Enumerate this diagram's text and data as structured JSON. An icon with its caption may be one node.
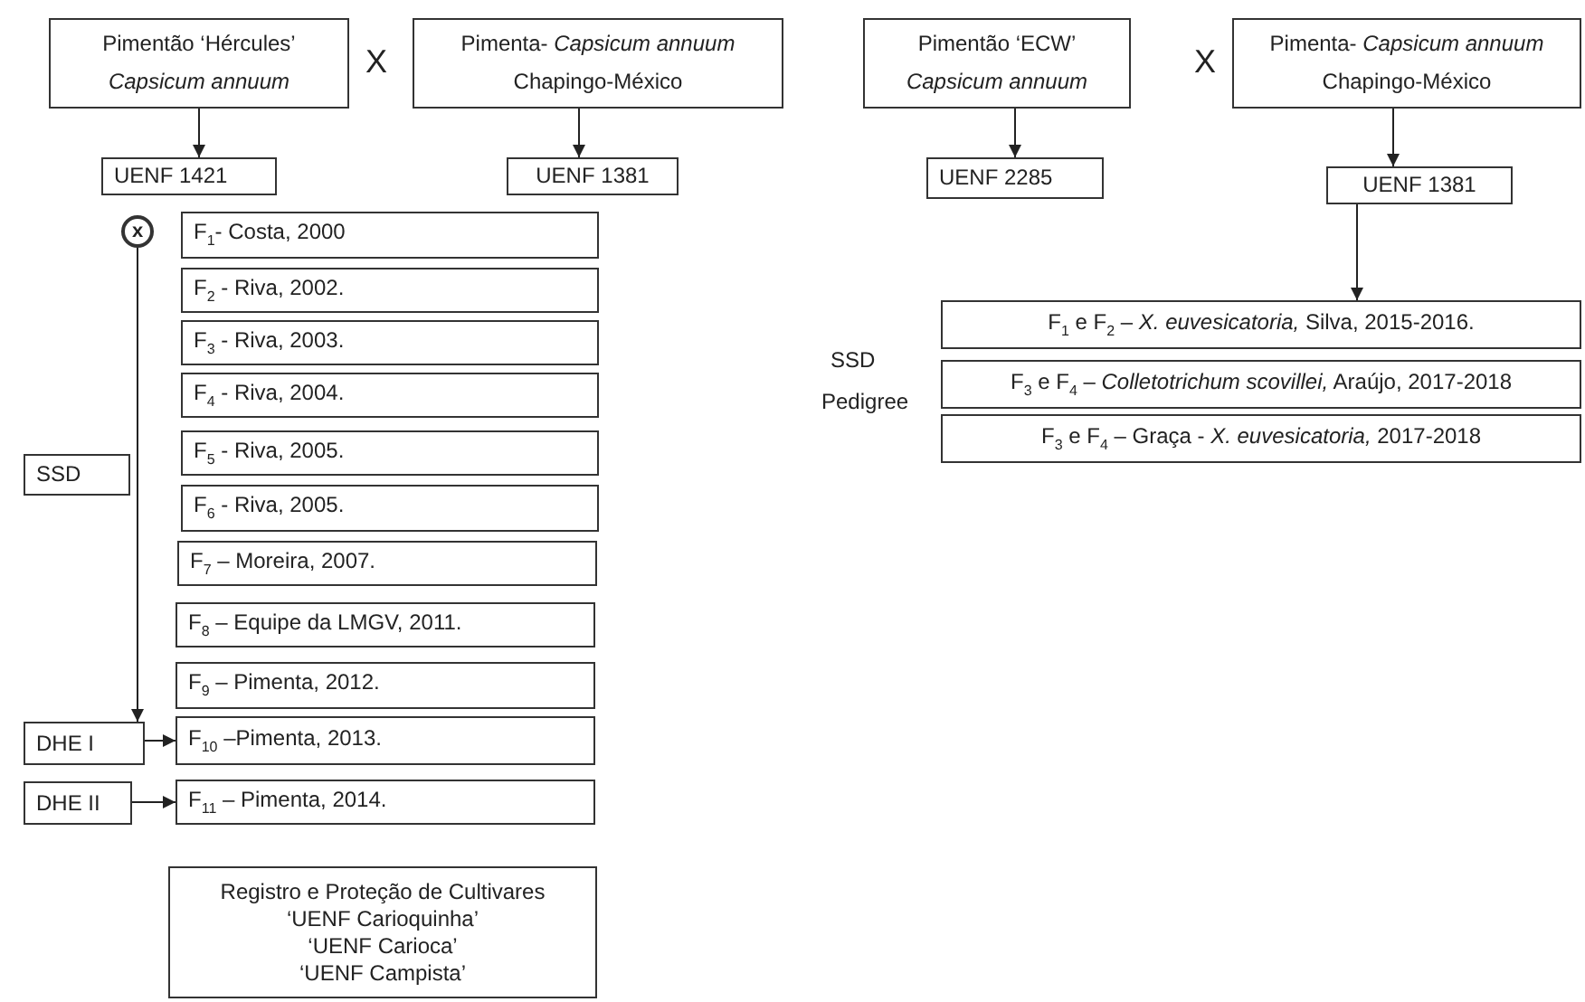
{
  "diagram": {
    "nodes": [
      {
        "text": [
          "Pimentão ‘Hércules’",
          "Capsicum annuum"
        ]
      },
      {
        "text": [
          "Pimenta- *Capsicum annuum*",
          "Chapingo-México"
        ]
      },
      {
        "text": [
          "UENF 1421"
        ]
      },
      {
        "text": [
          "UENF 1381"
        ]
      },
      {
        "text": [
          "x"
        ]
      },
      {
        "text": [
          "F$_{1}$- Costa, 2000"
        ]
      },
      {
        "text": [
          "F$_{2}$ - Riva, 2002."
        ]
      },
      {
        "text": [
          "F$_{3}$ - Riva, 2003."
        ]
      },
      {
        "text": [
          "F$_{4}$ - Riva, 2004."
        ]
      },
      {
        "text": [
          "F$_{5}$ - Riva, 2005."
        ]
      },
      {
        "text": [
          "F$_{6}$ - Riva, 2005."
        ]
      },
      {
        "text": [
          "F$_{7}$ – Moreira, 2007."
        ]
      },
      {
        "text": [
          "F$_{8}$ – Equipe da LMGV, 2011."
        ]
      },
      {
        "text": [
          "F$_{9}$ – Pimenta, 2012."
        ]
      },
      {
        "text": [
          "F$_{10}$ –Pimenta, 2013."
        ]
      },
      {
        "text": [
          "F$_{11}$ – Pimenta, 2014."
        ]
      },
      {
        "text": [
          "SSD"
        ]
      },
      {
        "text": [
          "DHE I"
        ]
      },
      {
        "text": [
          "DHE II"
        ]
      },
      {
        "text": [
          "Registro e Proteção de Cultivares",
          "‘UENF Carioquinha’",
          "‘UENF Carioca’",
          "‘UENF Campista’"
        ]
      },
      {
        "text": [
          "Pimentão ‘ECW’",
          "Capsicum annuum"
        ]
      },
      {
        "text": [
          "Pimenta- *Capsicum annuum*",
          "Chapingo-México"
        ]
      },
      {
        "text": [
          "UENF 2285"
        ]
      },
      {
        "text": [
          "UENF 1381"
        ]
      },
      {
        "text": [
          "F$_{1}$ e F$_{2}$ – *X. euvesicatoria,* Silva, 2015-2016."
        ]
      },
      {
        "text": [
          "F$_{3}$ e F$_{4}$ – *Colletotrichum scovillei,* Araújo, 2017-2018"
        ]
      },
      {
        "text": [
          "F$_{3}$ e F$_{4}$ –  Graça - *X. euvesicatoria,* 2017-2018"
        ]
      }
    ],
    "edges": [
      {
        "from": 0,
        "to": 2,
        "arrow": "to"
      },
      {
        "from": 1,
        "to": 3,
        "arrow": "to"
      },
      {
        "from": 4,
        "to": 17,
        "arrow": "to"
      },
      {
        "from": 17,
        "to": 14,
        "arrow": "to"
      },
      {
        "from": 18,
        "to": 15,
        "arrow": "to"
      },
      {
        "from": 20,
        "to": 22,
        "arrow": "to"
      },
      {
        "from": 21,
        "to": 23,
        "arrow": "to"
      },
      {
        "from": 23,
        "to": 24,
        "arrow": "to"
      }
    ],
    "labels": [
      "X",
      "X",
      "SSD",
      "Pedigree"
    ]
  }
}
